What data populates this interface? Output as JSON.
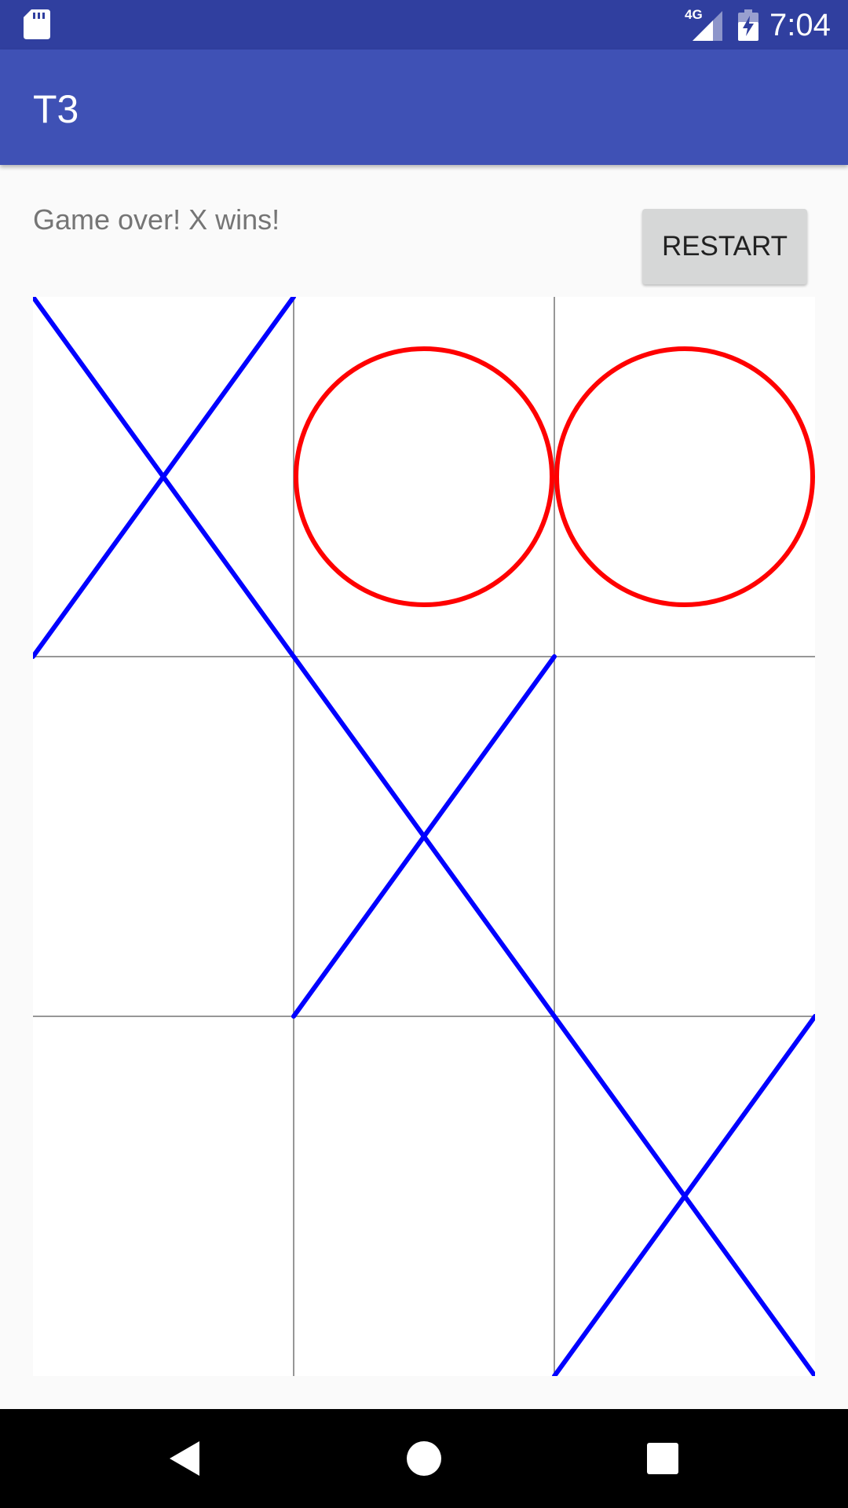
{
  "status_bar": {
    "time": "7:04",
    "network_label": "4G",
    "icons": [
      "sd-card-icon",
      "signal-icon",
      "battery-charging-icon"
    ]
  },
  "app_bar": {
    "title": "T3"
  },
  "game": {
    "status_text": "Game over! X wins!",
    "restart_label": "RESTART",
    "board": [
      [
        "X",
        "O",
        "O"
      ],
      [
        "",
        "X",
        ""
      ],
      [
        "",
        "",
        "X"
      ]
    ],
    "winner": "X",
    "winning_line": "diagonal",
    "x_color": "#0000ff",
    "o_color": "#ff0000",
    "grid_color": "#757575"
  },
  "nav_bar": {
    "buttons": [
      "back-icon",
      "home-icon",
      "recents-icon"
    ]
  }
}
